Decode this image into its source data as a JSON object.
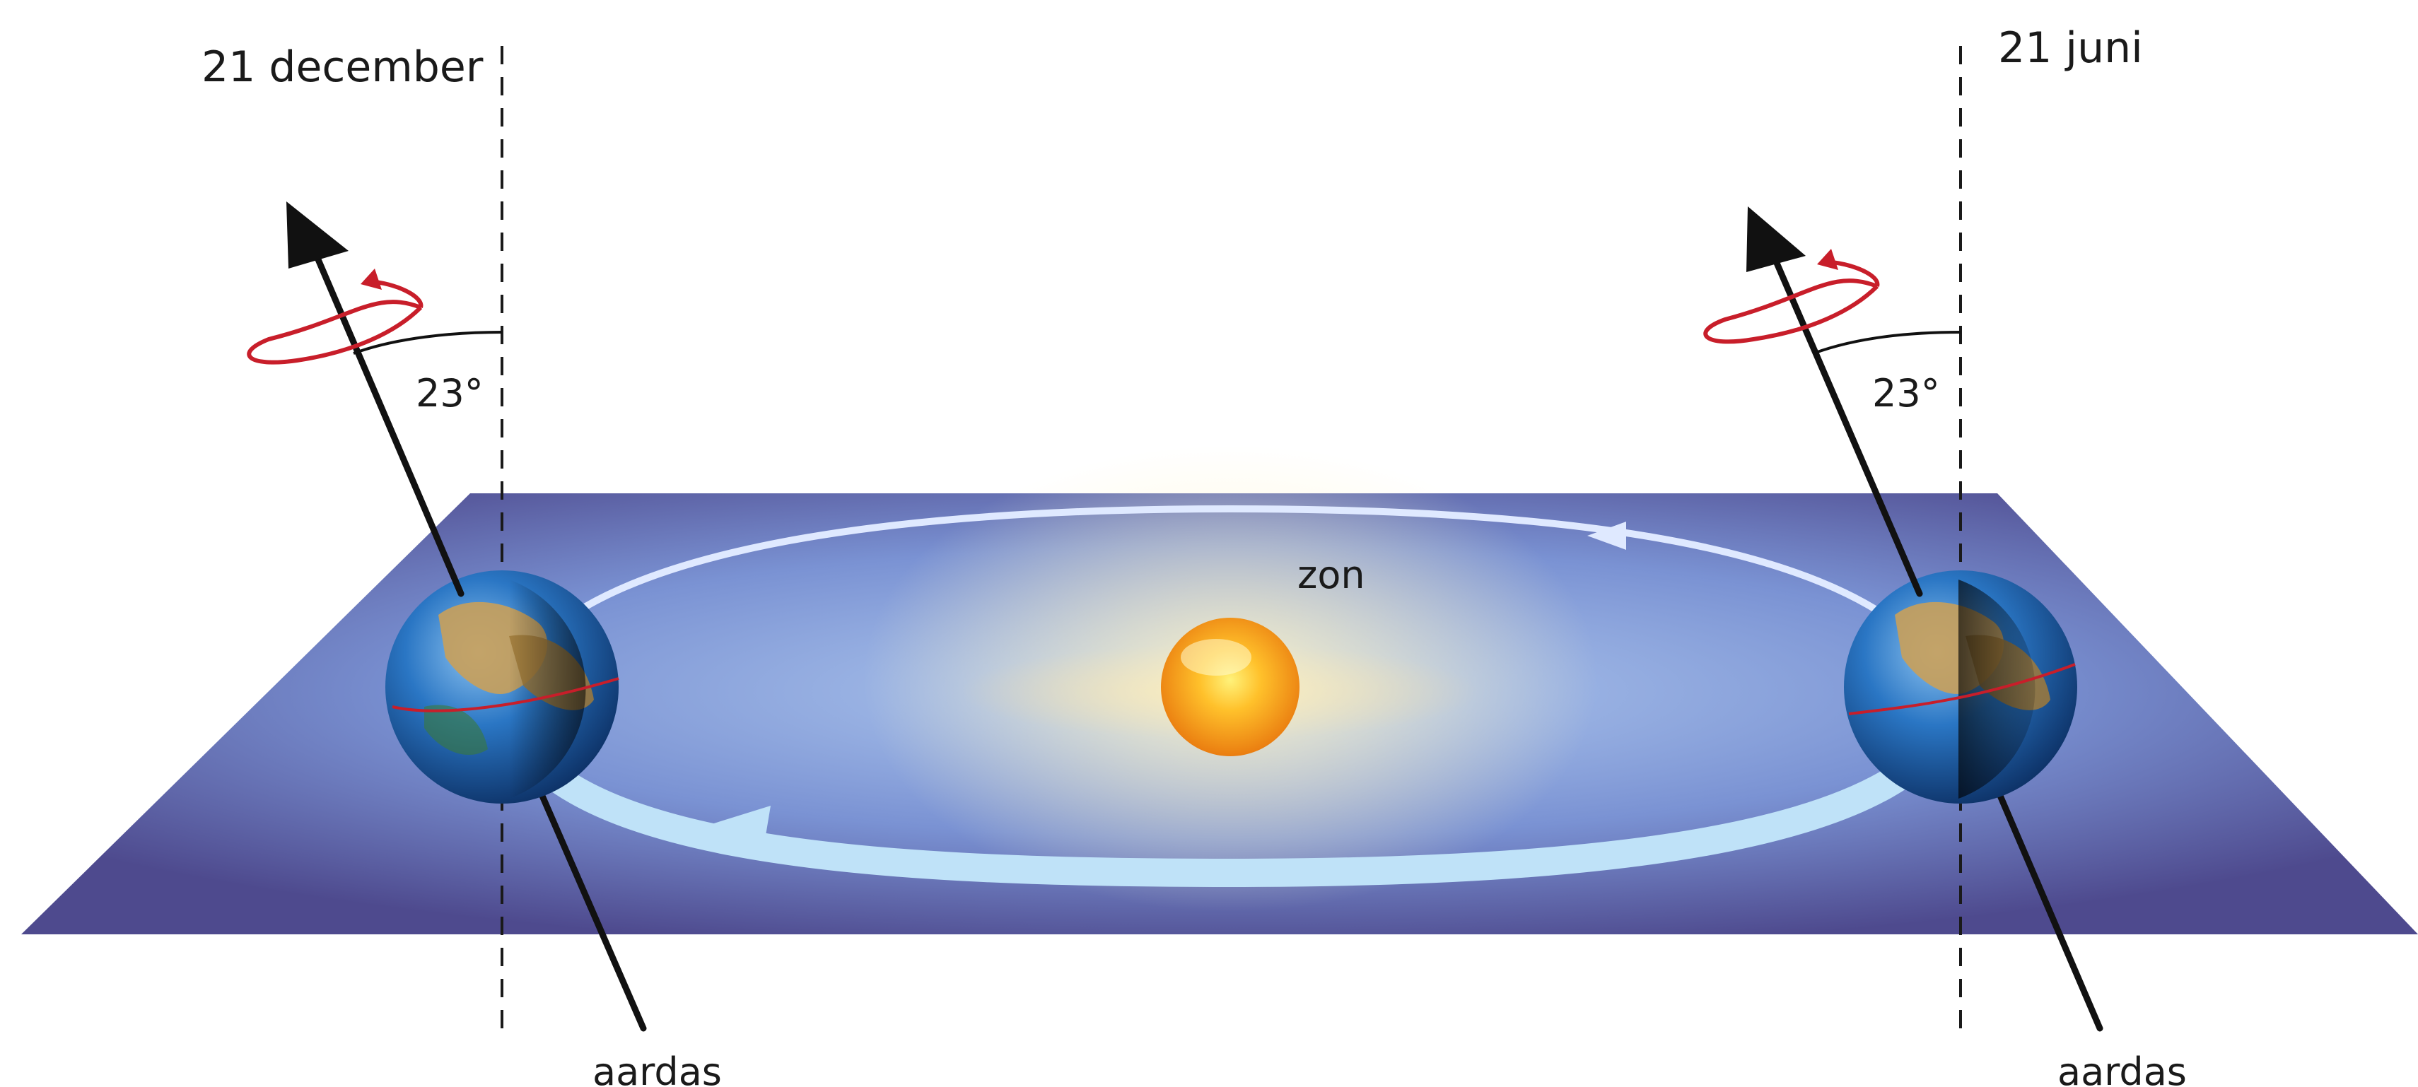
{
  "labels": {
    "date_left": "21 december",
    "date_right": "21 juni",
    "angle_left": "23°",
    "angle_right": "23°",
    "sun": "zon",
    "axis_left": "aardas",
    "axis_right": "aardas"
  },
  "colors": {
    "plane": "#4e4a8e",
    "plane_glow": "#7f9fd8",
    "orbit": "#bfe2f8",
    "sun": "#f7a21b",
    "spin_arrow": "#c81e2a",
    "earth_ocean": "#1f6fbf",
    "earth_land": "#c9a05a"
  },
  "icons": {
    "earth_left": "earth-globe-icon",
    "earth_right": "earth-globe-icon",
    "sun": "sun-icon",
    "rotation_left": "rotation-arrow-icon",
    "rotation_right": "rotation-arrow-icon"
  }
}
